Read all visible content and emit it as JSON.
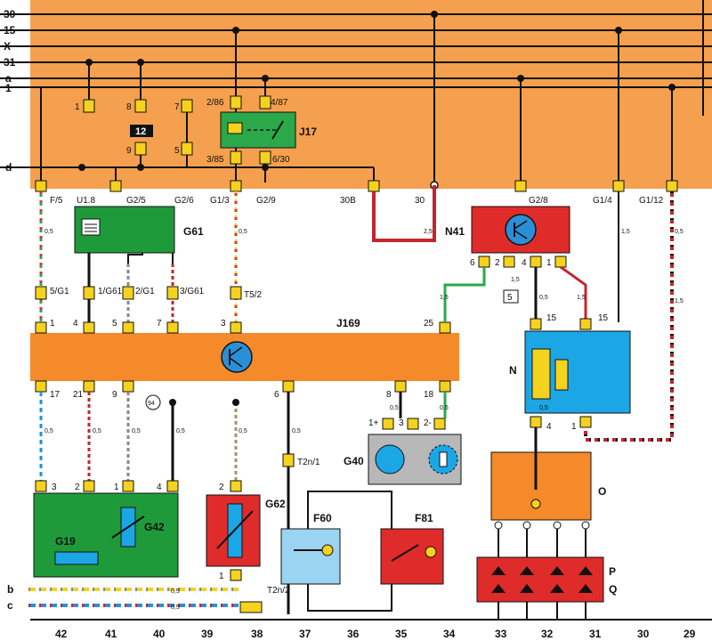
{
  "busbars": [
    "30",
    "15",
    "X",
    "31",
    "a",
    "1",
    "d"
  ],
  "bottom_bars": [
    "b",
    "c"
  ],
  "bottom_numbers": [
    "42",
    "41",
    "40",
    "39",
    "38",
    "37",
    "36",
    "35",
    "34",
    "33",
    "32",
    "31",
    "30",
    "29"
  ],
  "relay_box": {
    "pins": [
      "1",
      "8",
      "7",
      "4/87",
      "2/86",
      "6/30",
      "3/85",
      "9",
      "5"
    ],
    "fuse_label": "12",
    "relay_name": "J17"
  },
  "panel_terminals": [
    "F/5",
    "U1.8",
    "G2/5",
    "G2/6",
    "G1/3",
    "G2/9",
    "30B",
    "30",
    "G2/8",
    "G1/4",
    "G1/12"
  ],
  "gauge_g61": {
    "name": "G61",
    "wire_labels": [
      "5/G1",
      "1/G61",
      "2/G1",
      "3/G61"
    ],
    "pins": [
      "1",
      "4",
      "5",
      "7"
    ]
  },
  "connectors": {
    "t5_2": "T5/2",
    "t2n_1": "T2n/1",
    "t2n_2": "T2n/2"
  },
  "module_j169": {
    "name": "J169",
    "top_pins": [
      "1",
      "4",
      "5",
      "7",
      "3",
      "25"
    ],
    "bottom_pins": [
      "17",
      "21",
      "9",
      "6",
      "18",
      "8"
    ],
    "badge": "94"
  },
  "module_n41": {
    "name": "N41",
    "pins": [
      "6",
      "2",
      "4",
      "1"
    ],
    "sub_label": "5"
  },
  "module_n": {
    "name": "N",
    "pins": [
      "15",
      "15",
      "4",
      "1"
    ]
  },
  "sensor_g40": {
    "name": "G40",
    "pins": [
      "1+",
      "3",
      "2-"
    ]
  },
  "sensor_group_g19_g42": {
    "names": [
      "G19",
      "G42"
    ],
    "pins": [
      "3",
      "2",
      "1",
      "4"
    ]
  },
  "sensor_g62": {
    "name": "G62",
    "pins": [
      "2",
      "1"
    ]
  },
  "switch_f60": {
    "name": "F60"
  },
  "switch_f81": {
    "name": "F81"
  },
  "switch_o": {
    "name": "O"
  },
  "diodes": {
    "names": [
      "P",
      "Q"
    ]
  },
  "wire_sizes": [
    "0,5",
    "2,5",
    "1,5",
    "1,5",
    "0,5",
    "1,5",
    "0,5",
    "1,5",
    "0,5",
    "0,5",
    "0,5",
    "0,5",
    "0,5",
    "0,5",
    "0,5",
    "0,5",
    "0,5",
    "1,5",
    "0,5",
    "0,5",
    "0,5"
  ]
}
